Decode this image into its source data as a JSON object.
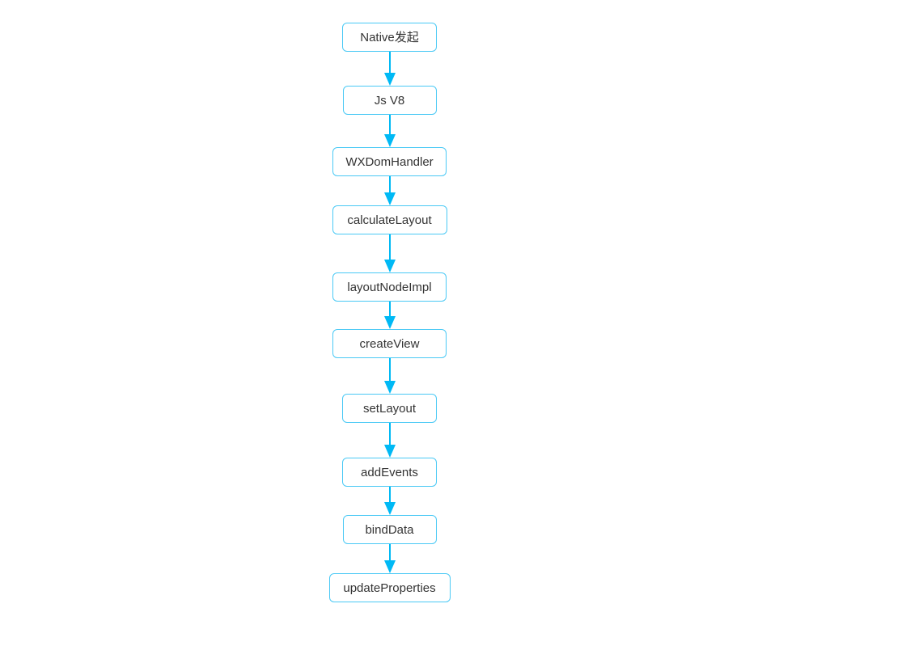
{
  "diagram": {
    "type": "flowchart",
    "direction": "top-down",
    "nodes": [
      {
        "label": "Native发起"
      },
      {
        "label": "Js V8"
      },
      {
        "label": "WXDomHandler"
      },
      {
        "label": "calculateLayout"
      },
      {
        "label": "layoutNodeImpl"
      },
      {
        "label": "createView"
      },
      {
        "label": "setLayout"
      },
      {
        "label": "addEvents"
      },
      {
        "label": "bindData"
      },
      {
        "label": "updateProperties"
      }
    ],
    "edges": [
      [
        0,
        1
      ],
      [
        1,
        2
      ],
      [
        2,
        3
      ],
      [
        3,
        4
      ],
      [
        4,
        5
      ],
      [
        5,
        6
      ],
      [
        6,
        7
      ],
      [
        7,
        8
      ],
      [
        8,
        9
      ]
    ],
    "colors": {
      "node_border": "#4ac9f5",
      "arrow": "#00b9f5",
      "node_text": "#333333",
      "background": "#ffffff"
    }
  }
}
